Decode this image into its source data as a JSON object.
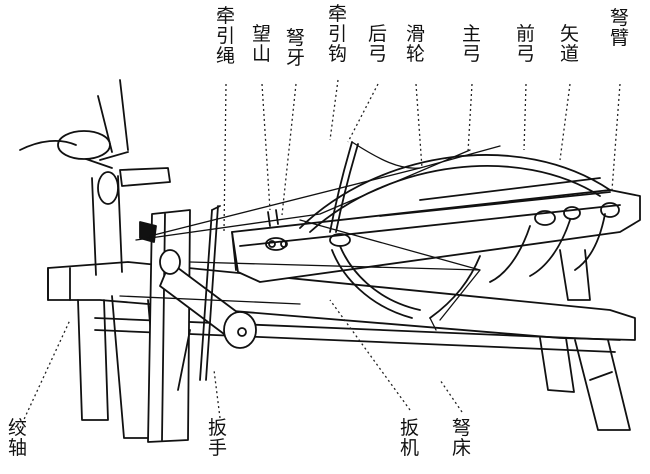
{
  "top_labels": [
    {
      "id": "qianyinsheng",
      "text": "牵引绳"
    },
    {
      "id": "wangshan",
      "text": "望山"
    },
    {
      "id": "nuya",
      "text": "弩牙"
    },
    {
      "id": "qianyingou",
      "text": "牵引钩"
    },
    {
      "id": "hougong",
      "text": "后弓"
    },
    {
      "id": "hualun",
      "text": "滑轮"
    },
    {
      "id": "zhugong",
      "text": "主弓"
    },
    {
      "id": "qiangong",
      "text": "前弓"
    },
    {
      "id": "shidao",
      "text": "矢道"
    },
    {
      "id": "nubi",
      "text": "弩臂"
    }
  ],
  "bottom_labels": [
    {
      "id": "jiaozhou",
      "text": "绞轴"
    },
    {
      "id": "banshou",
      "text": "扳手"
    },
    {
      "id": "banji",
      "text": "扳机"
    },
    {
      "id": "nuchuang",
      "text": "弩床"
    }
  ]
}
